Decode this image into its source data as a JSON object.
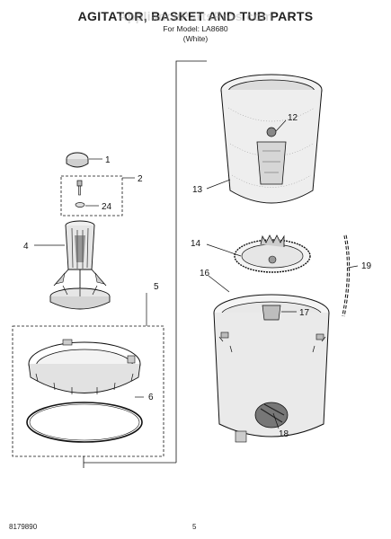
{
  "header": {
    "title": "AGITATOR, BASKET AND TUB PARTS",
    "model_line": "For Model: LA8680",
    "variant_line": "(White)",
    "watermark": "AppliancePartsPros.com"
  },
  "callouts": [
    "1",
    "2",
    "24",
    "4",
    "5",
    "6",
    "12",
    "13",
    "14",
    "16",
    "17",
    "19",
    "18"
  ],
  "footer": {
    "part_number": "8179890",
    "page_number": "5"
  }
}
